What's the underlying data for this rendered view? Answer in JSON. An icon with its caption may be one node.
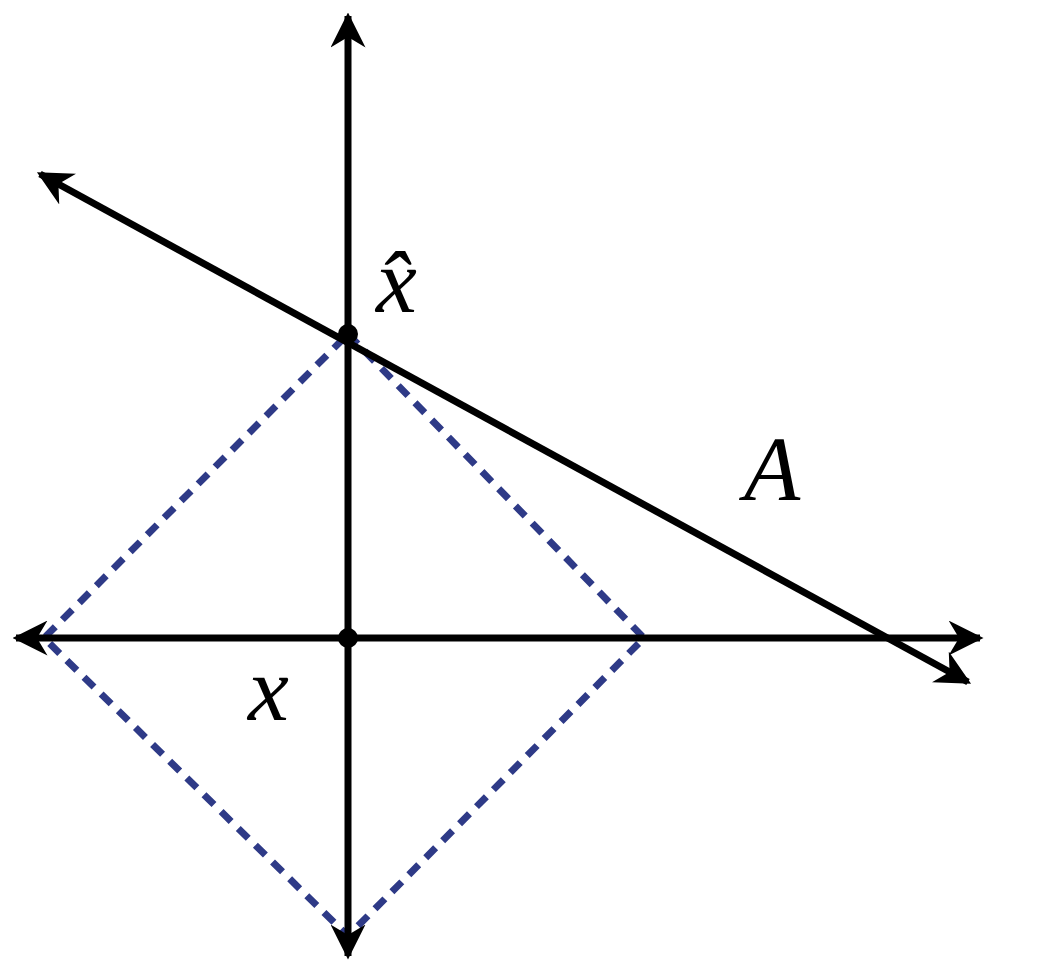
{
  "diagram": {
    "labels": [
      "x̂",
      "A",
      "x"
    ]
  }
}
